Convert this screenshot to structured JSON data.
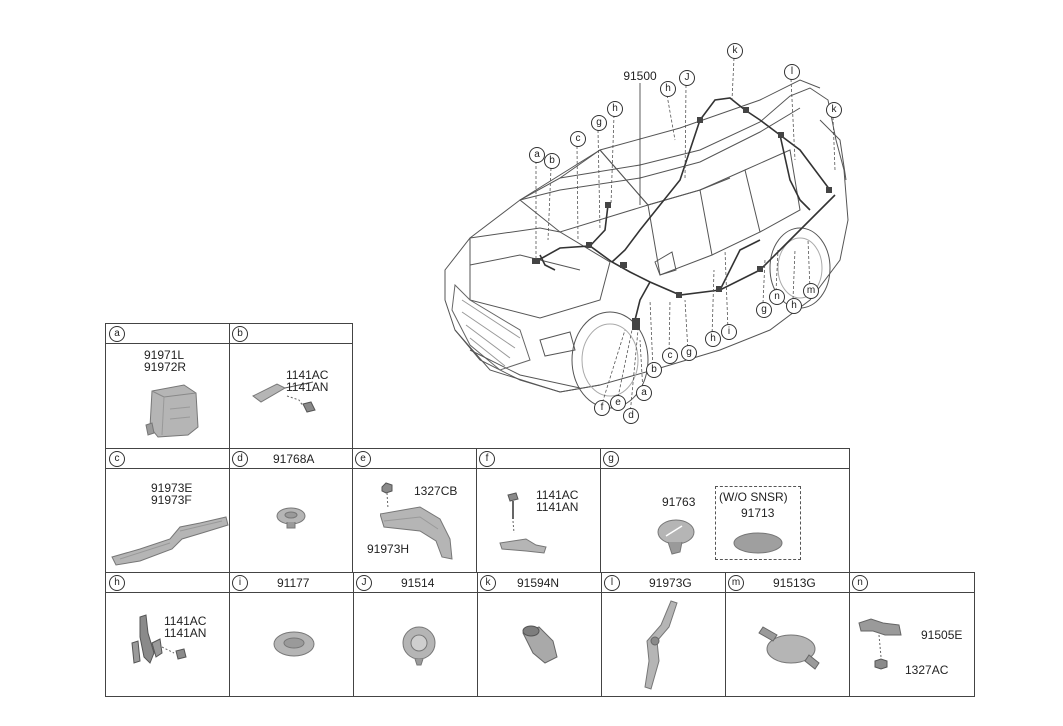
{
  "main_label": "91500",
  "callouts": {
    "a1": "a",
    "b1": "b",
    "c1": "c",
    "g1": "g",
    "h1": "h",
    "h2": "h",
    "J1": "J",
    "k1": "k",
    "l1": "l",
    "k2": "k",
    "g2": "g",
    "n1": "n",
    "h3": "h",
    "m1": "m",
    "h4": "h",
    "i1": "i",
    "b2": "b",
    "c2": "c",
    "g3": "g",
    "a2": "a",
    "f1": "f",
    "e1": "e",
    "d1": "d"
  },
  "cells": {
    "a": {
      "letter": "a",
      "parts": [
        "91971L",
        "91972R"
      ]
    },
    "b": {
      "letter": "b",
      "parts": [
        "1141AC",
        "1141AN"
      ]
    },
    "c": {
      "letter": "c",
      "parts": [
        "91973E",
        "91973F"
      ]
    },
    "d": {
      "letter": "d",
      "title": "91768A"
    },
    "e": {
      "letter": "e",
      "parts": [
        "1327CB",
        "91973H"
      ]
    },
    "f": {
      "letter": "f",
      "parts": [
        "1141AC",
        "1141AN"
      ]
    },
    "g": {
      "letter": "g",
      "parts": [
        "91763"
      ],
      "note": "(W/O SNSR)",
      "alt_part": "91713"
    },
    "h": {
      "letter": "h",
      "parts": [
        "1141AC",
        "1141AN"
      ]
    },
    "i": {
      "letter": "i",
      "title": "91177"
    },
    "J": {
      "letter": "J",
      "title": "91514"
    },
    "k": {
      "letter": "k",
      "title": "91594N"
    },
    "l": {
      "letter": "l",
      "title": "91973G"
    },
    "m": {
      "letter": "m",
      "title": "91513G"
    },
    "n": {
      "letter": "n",
      "parts": [
        "91505E",
        "1327AC"
      ]
    }
  },
  "colors": {
    "line": "#333333",
    "part_fill": "#b5b5b5",
    "part_dark": "#7d7d7d",
    "harness": "#444444"
  }
}
